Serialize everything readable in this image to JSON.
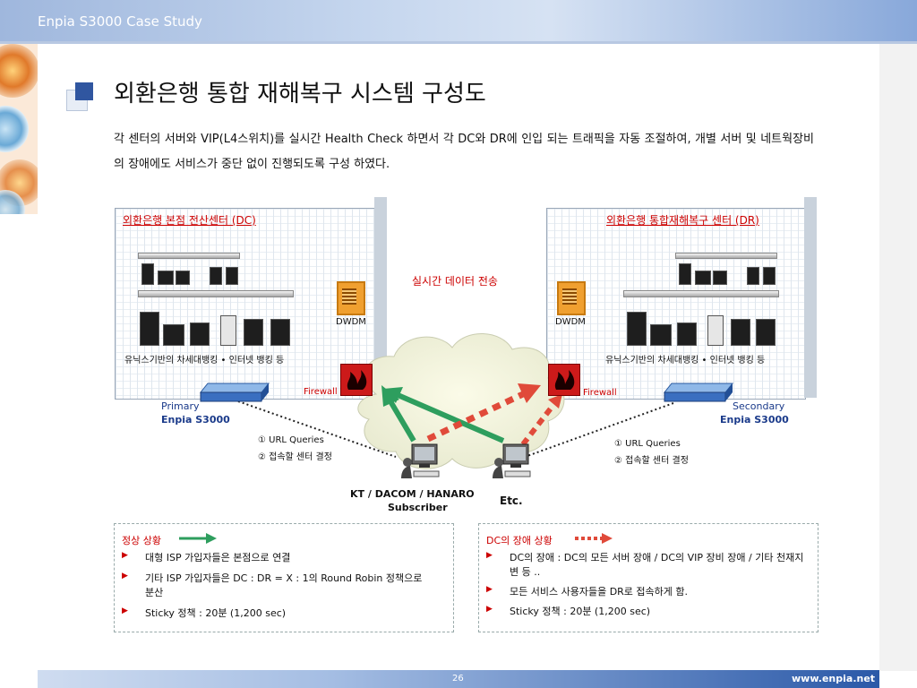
{
  "header": {
    "title": "Enpia S3000 Case Study"
  },
  "page": {
    "title": "외환은행 통합 재해복구 시스템 구성도",
    "intro": "각 센터의 서버와 VIP(L4스위치)를 실시간 Health Check 하면서 각 DC와 DR에 인입 되는 트래픽을 자동 조절하여, 개별 서버 및 네트웍장비의 장애에도 서비스가 중단 없이 진행되도록 구성 하였다."
  },
  "diagram": {
    "dc": {
      "title": "외환은행 본점 전산센터 (DC)",
      "caption": "유닉스기반의 차세대뱅킹 • 인터넷 뱅킹 등",
      "dwdm": "DWDM",
      "firewall": "Firewall",
      "product_role": "Primary",
      "product_name": "Enpia S3000",
      "step1": "① URL Queries",
      "step2": "② 접속할 센터 결정"
    },
    "dr": {
      "title": "외환은행 통합재해복구 센터 (DR)",
      "caption": "유닉스기반의 차세대뱅킹 • 인터넷 뱅킹 등",
      "dwdm": "DWDM",
      "firewall": "Firewall",
      "product_role": "Secondary",
      "product_name": "Enpia S3000",
      "step1": "① URL Queries",
      "step2": "② 접속할 센터 결정"
    },
    "link_label": "실시간 데이터 전송",
    "subscriber_1_line1": "KT / DACOM / HANARO",
    "subscriber_1_line2": "Subscriber",
    "subscriber_2": "Etc.",
    "icons": [
      "server-rack-icon",
      "dwdm-icon",
      "firewall-icon",
      "enpia-appliance-icon",
      "internet-cloud-icon",
      "user-pc-icon"
    ],
    "colors": {
      "normal_arrow": "#2e9e5e",
      "failure_arrow": "#e04a3a",
      "title_red": "#cc0000",
      "label_blue": "#1a3a8a"
    }
  },
  "legend": {
    "normal": {
      "title": "정상 상황",
      "items": [
        "대형 ISP 가입자들은 본점으로 연결",
        "기타 ISP 가입자들은 DC : DR = X : 1의 Round Robin 정책으로 분산",
        "Sticky 정책 : 20분 (1,200 sec)"
      ]
    },
    "failure": {
      "title": "DC의 장애 상황",
      "items": [
        "DC의 장애 : DC의 모든 서버 장애 / DC의 VIP 장비 장애 / 기타 천재지변 등 ..",
        "모든 서비스 사용자들을 DR로 접속하게 함.",
        "Sticky 정책 : 20분 (1,200 sec)"
      ]
    }
  },
  "footer": {
    "page_number": "26",
    "website": "www.enpia.net"
  }
}
